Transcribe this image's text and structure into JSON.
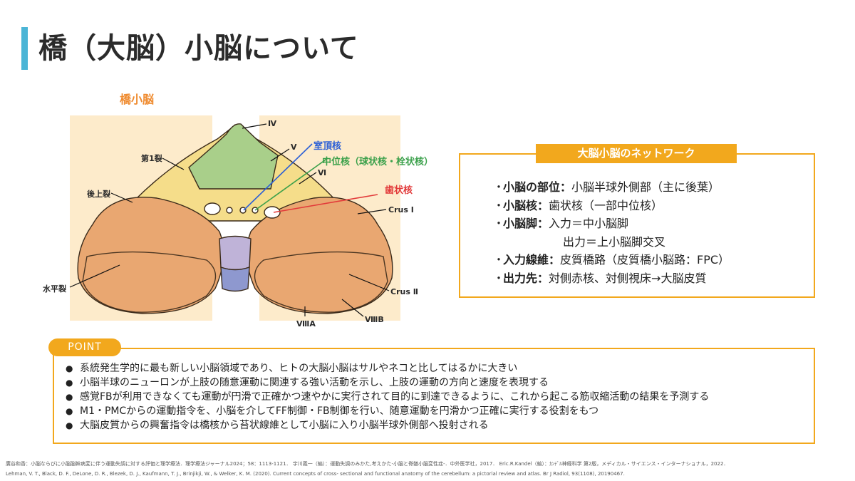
{
  "title": "橋（大脳）小脳について",
  "figure": {
    "heading": "橋小脳",
    "labels": {
      "iv": "Ⅳ",
      "v": "Ⅴ",
      "vi": "Ⅵ",
      "fissure1": "第1裂",
      "post_sup_fissure": "後上裂",
      "horizontal_fissure": "水平裂",
      "crus1": "Crus Ⅰ",
      "crus2": "Crus Ⅱ",
      "viiia": "ⅧA",
      "viiib": "ⅧB",
      "fastigial": "室頂核",
      "interposed": "中位核（球状核・栓状核）",
      "dentate": "歯状核"
    },
    "colors": {
      "highlight": "#fde7c2",
      "vermis_top": "#a9cf8a",
      "anterior_lobe": "#f5dd8a",
      "hemisphere": "#e9a771",
      "brainstem": "#bfb3d8",
      "brainstem_low": "#8e98cf",
      "fastigial": "#2b5fd6",
      "interposed": "#3aa04a",
      "dentate": "#e23a3a"
    }
  },
  "network": {
    "heading": "大脳小脳のネットワーク",
    "items": [
      {
        "bullet": "・",
        "key": "小脳の部位",
        "sep": "：",
        "value": "小脳半球外側部（主に後葉）"
      },
      {
        "bullet": "・",
        "key": "小脳核",
        "sep": "：",
        "value": "歯状核（一部中位核）"
      },
      {
        "bullet": "・",
        "key": "小脳脚",
        "sep": "：",
        "value": "入力＝中小脳脚"
      },
      {
        "bullet": "",
        "key": "",
        "sep": "",
        "value": "出力＝上小脳脚交叉"
      },
      {
        "bullet": "・",
        "key": "入力線維",
        "sep": "：",
        "value": "皮質橋路（皮質橋小脳路：FPC）"
      },
      {
        "bullet": "・",
        "key": "出力先",
        "sep": "：",
        "value": "対側赤核、対側視床→大脳皮質"
      }
    ]
  },
  "point": {
    "tab": "POINT",
    "items": [
      "系統発生学的に最も新しい小脳領域であり、ヒトの大脳小脳はサルやネコと比してはるかに大きい",
      "小脳半球のニューロンが上肢の随意運動に関連する強い活動を示し、上肢の運動の方向と速度を表現する",
      "感覚FBが利用できなくても運動が円滑で正確かつ速やかに実行されて目的に到達できるように、これから起こる筋収縮活動の結果を予測する",
      "M1・PMCからの運動指令を、小脳を介してFF制御・FB制御を行い、随意運動を円滑かつ正確に実行する役割をもつ",
      "大脳皮質からの興奮指令は橋核から苔状線維として小脳に入り小脳半球外側部へ投射される"
    ]
  },
  "references": [
    "廣谷和香：小脳ならびに小脳脳幹病変に伴う運動失調に対する評価と理学療法．理学療法ジャーナル2024；58：1113-1121． 宇川義一（編）：運動失調のみかた,考えかた-小脳と脊髄小脳変性症-．中外医学社，2017． Eric.R.Kandel（編）：ｶﾝﾃﾞﾙ神経科学 第2版，メディカル・サイエンス・インターナショナル，2022．",
    "Lehman, V. T., Black, D. F., DeLone, D. R., Blezek, D. J., Kaufmann, T. J., Brinjikji, W., & Welker, K. M. (2020). Current concepts of cross- sectional and functional anatomy of the cerebellum: a pictorial review and atlas. Br J Radiol, 93(1108), 20190467."
  ]
}
